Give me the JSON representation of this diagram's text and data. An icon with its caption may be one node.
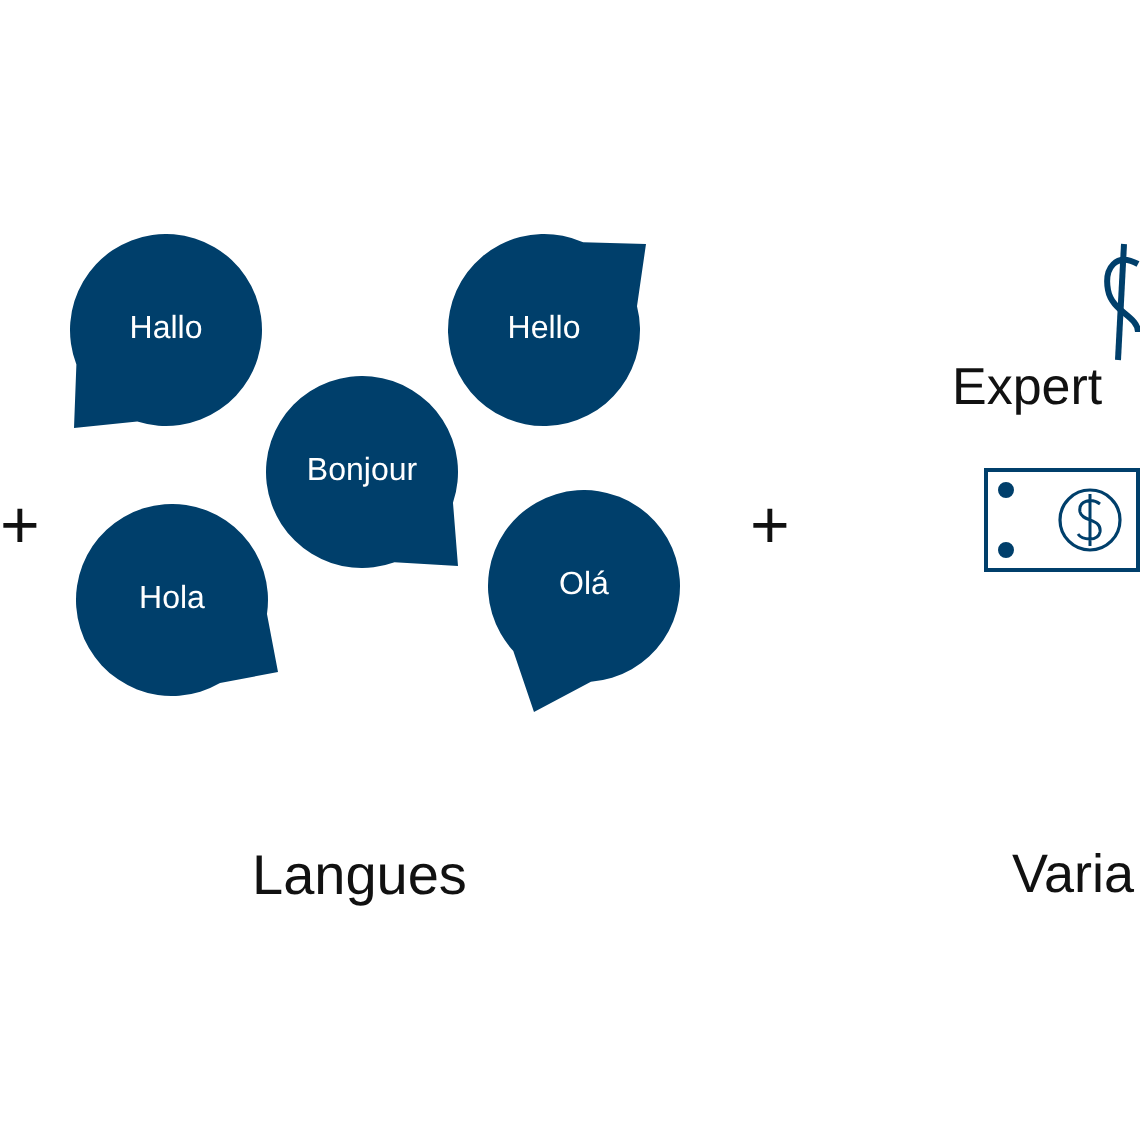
{
  "diagram": {
    "nodes": [
      {
        "text": [
          "Hallo"
        ]
      },
      {
        "text": [
          "Hello"
        ]
      },
      {
        "text": [
          "Bonjour"
        ]
      },
      {
        "text": [
          "Hola"
        ]
      },
      {
        "text": [
          "Olá"
        ]
      }
    ],
    "labels": [
      "+",
      "Expert",
      "+",
      "Langues",
      "Varia"
    ]
  }
}
